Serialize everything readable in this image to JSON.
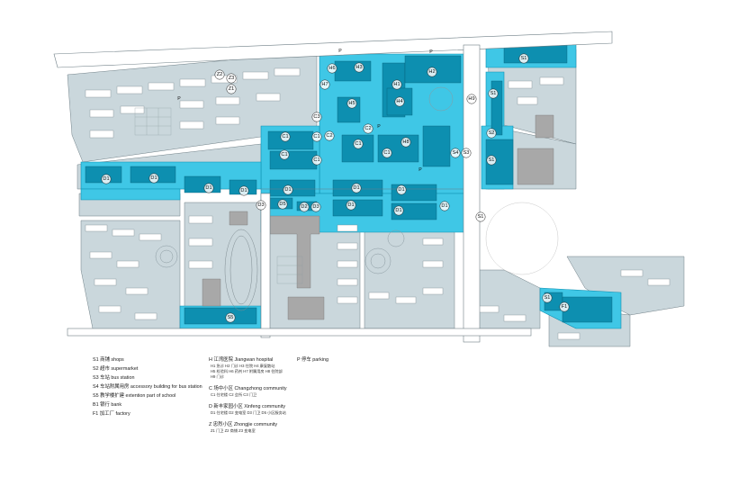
{
  "colors": {
    "block": "#cad7dc",
    "building": "#ffffff",
    "highlight": "#3fc7e6",
    "highlight_dark": "#0d8fb0",
    "existing": "#a8a8a8",
    "road": "#ffffff",
    "outline": "#6f7f86"
  },
  "labels": {
    "S1": "S1",
    "S2": "S2",
    "S3": "S3",
    "S4": "S4",
    "S5": "S5",
    "H1": "H1",
    "H2": "H2",
    "H3": "H3",
    "H4": "H4",
    "H5": "H5",
    "H6": "H6",
    "H7": "H7",
    "H8": "H8",
    "H9": "H9",
    "C1": "C1",
    "C2": "C2",
    "C3": "C3",
    "D1": "D1",
    "D2": "D2",
    "D3": "D3",
    "D5": "D5",
    "Z1": "Z1",
    "Z2": "Z2",
    "Z3": "Z3",
    "F1": "F1",
    "B1": "B1",
    "P": "P"
  },
  "legend": {
    "col1": [
      "S1  商铺   shops",
      "S2  超市   supermarket",
      "S3  车站   bus station",
      "S4  车站附属用房  accessory building for bus station",
      "S5  教学楼扩建  extention part of school",
      "B1  银行   bank",
      "F1  加工厂   factory"
    ],
    "hospital": {
      "title": "H  江湾医院   Jiangwan hospital",
      "sub1": "H1 急诊  H2 门诊  H3 住院  H4 康复散站",
      "sub2": "H5 检验科  H6 药剂  H7 附属用房  H8 住院部",
      "sub3": "H9 门诊"
    },
    "changzhong": {
      "title": "C  场中小区   Changzhong community",
      "sub": "C1 住宅楼   C2 会所   C3 门卫"
    },
    "xinfeng": {
      "title": "D  新丰家园小区   Xinfeng community",
      "sub": "D1 住宅楼   D2 变电室   D3 门卫   D5 小区服务站"
    },
    "zhongjie": {
      "title": "Z  忠烈小区   Zhongjie community",
      "sub": "Z1 门卫   Z2 商铺   Z3 变电室"
    },
    "parking": "P  停车   parking"
  }
}
